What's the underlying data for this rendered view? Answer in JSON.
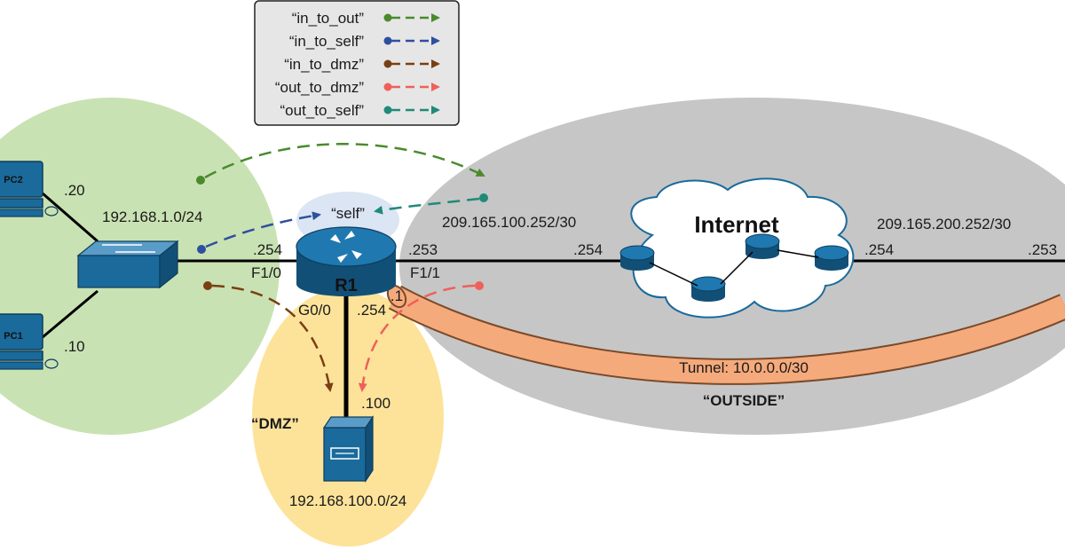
{
  "legend": {
    "items": [
      {
        "label": "“in_to_out”",
        "color": "#4a8a2c"
      },
      {
        "label": "“in_to_self”",
        "color": "#2e4f9e"
      },
      {
        "label": "“in_to_dmz”",
        "color": "#7a3f12"
      },
      {
        "label": "“out_to_dmz”",
        "color": "#f0605a"
      },
      {
        "label": "“out_to_self”",
        "color": "#1f8a7a"
      }
    ]
  },
  "zones": {
    "inside_color": "#c9e2b3",
    "dmz_color": "#fde39a",
    "outside_color": "#c6c6c6",
    "self_color": "#dbe5f3",
    "dmz_label": "“DMZ”",
    "outside_label": "“OUTSIDE”",
    "self_label": "“self”"
  },
  "networks": {
    "inside_subnet": "192.168.1.0/24",
    "dmz_subnet": "192.168.100.0/24",
    "outside_left_subnet": "209.165.100.252/30",
    "outside_right_subnet": "209.165.200.252/30",
    "tunnel_label": "Tunnel: 10.0.0.0/30"
  },
  "hosts": {
    "pc2_name": "PC2",
    "pc2_ip": ".20",
    "pc1_name": "PC1",
    "pc1_ip": ".10",
    "server_ip": ".100"
  },
  "router": {
    "name": "R1",
    "f10_label": "F1/0",
    "f10_ip": ".254",
    "f11_label": "F1/1",
    "f11_ip": ".253",
    "g00_label": "G0/0",
    "g00_ip": ".254",
    "tunnel_ip": ".1"
  },
  "internet": {
    "label": "Internet",
    "left_ip": ".254",
    "right_ip": ".254",
    "far_right_ip": ".253"
  },
  "colors": {
    "device_blue": "#1a6a9c",
    "tunnel_orange": "#f5aa7c"
  }
}
